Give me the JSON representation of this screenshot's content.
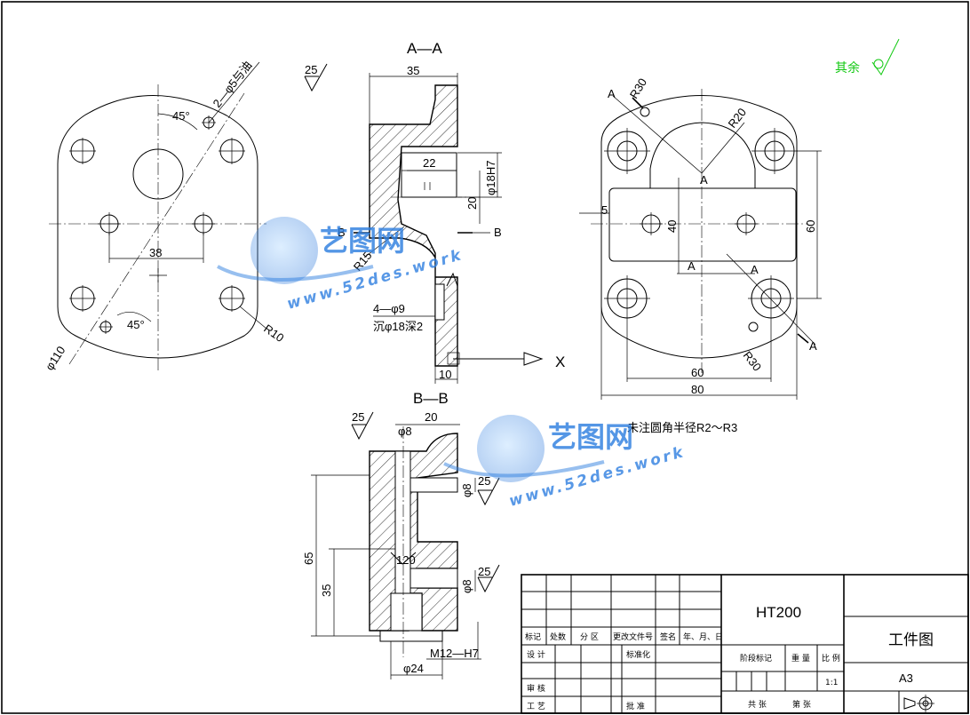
{
  "views": {
    "section_aa_title": "A—A",
    "section_bb_title": "B—B"
  },
  "finish_note": "其余",
  "unmarked_fillet_note": "未注圆角半径R2～R3",
  "roughness_value": "25",
  "front_view": {
    "dims": {
      "angle_top": "45°",
      "angle_bottom": "45°",
      "oil_holes": "2—φ5与油",
      "width_38": "38",
      "diameter_110": "φ110",
      "radius_10": "R10"
    }
  },
  "section_aa": {
    "dims": {
      "d35": "35",
      "d22": "22",
      "d20": "20",
      "phi18h7": "φ18H7",
      "r15": "R15",
      "holes": "4—φ9",
      "counterbore": "沉φ18深2",
      "d10": "10",
      "b_left": "B",
      "b_right": "B",
      "axis_x": "X"
    }
  },
  "right_view": {
    "dims": {
      "r30_top": "R30",
      "r20": "R20",
      "d5": "5",
      "d40": "40",
      "d60_v": "60",
      "d60_h": "60",
      "d80": "80",
      "r30_bottom": "R30",
      "a1": "A",
      "a2": "A",
      "a3": "A",
      "a4": "A",
      "a5": "A"
    }
  },
  "section_bb": {
    "dims": {
      "d20": "20",
      "phi8_top": "φ8",
      "phi8_mid": "φ8",
      "phi8_low": "φ8",
      "d65": "65",
      "d35": "35",
      "angle120": "120",
      "thread": "M12—H7",
      "phi24": "φ24"
    }
  },
  "title_block": {
    "material": "HT200",
    "drawing_name": "工件图",
    "sheet_size": "A3",
    "scale": "1:1",
    "headers": [
      "标记",
      "处数",
      "分 区",
      "更改文件号",
      "签名",
      "年、月、日"
    ],
    "design": "设 计",
    "standardization": "标准化",
    "stage_mark": "阶段标记",
    "weight": "重 量",
    "ratio": "比 例",
    "review": "审 核",
    "process": "工 艺",
    "approve": "批 准",
    "total_sheets": "共  张",
    "sheet_no": "第  张"
  },
  "watermark": {
    "brand": "艺图网",
    "url": "www.52des.work"
  }
}
